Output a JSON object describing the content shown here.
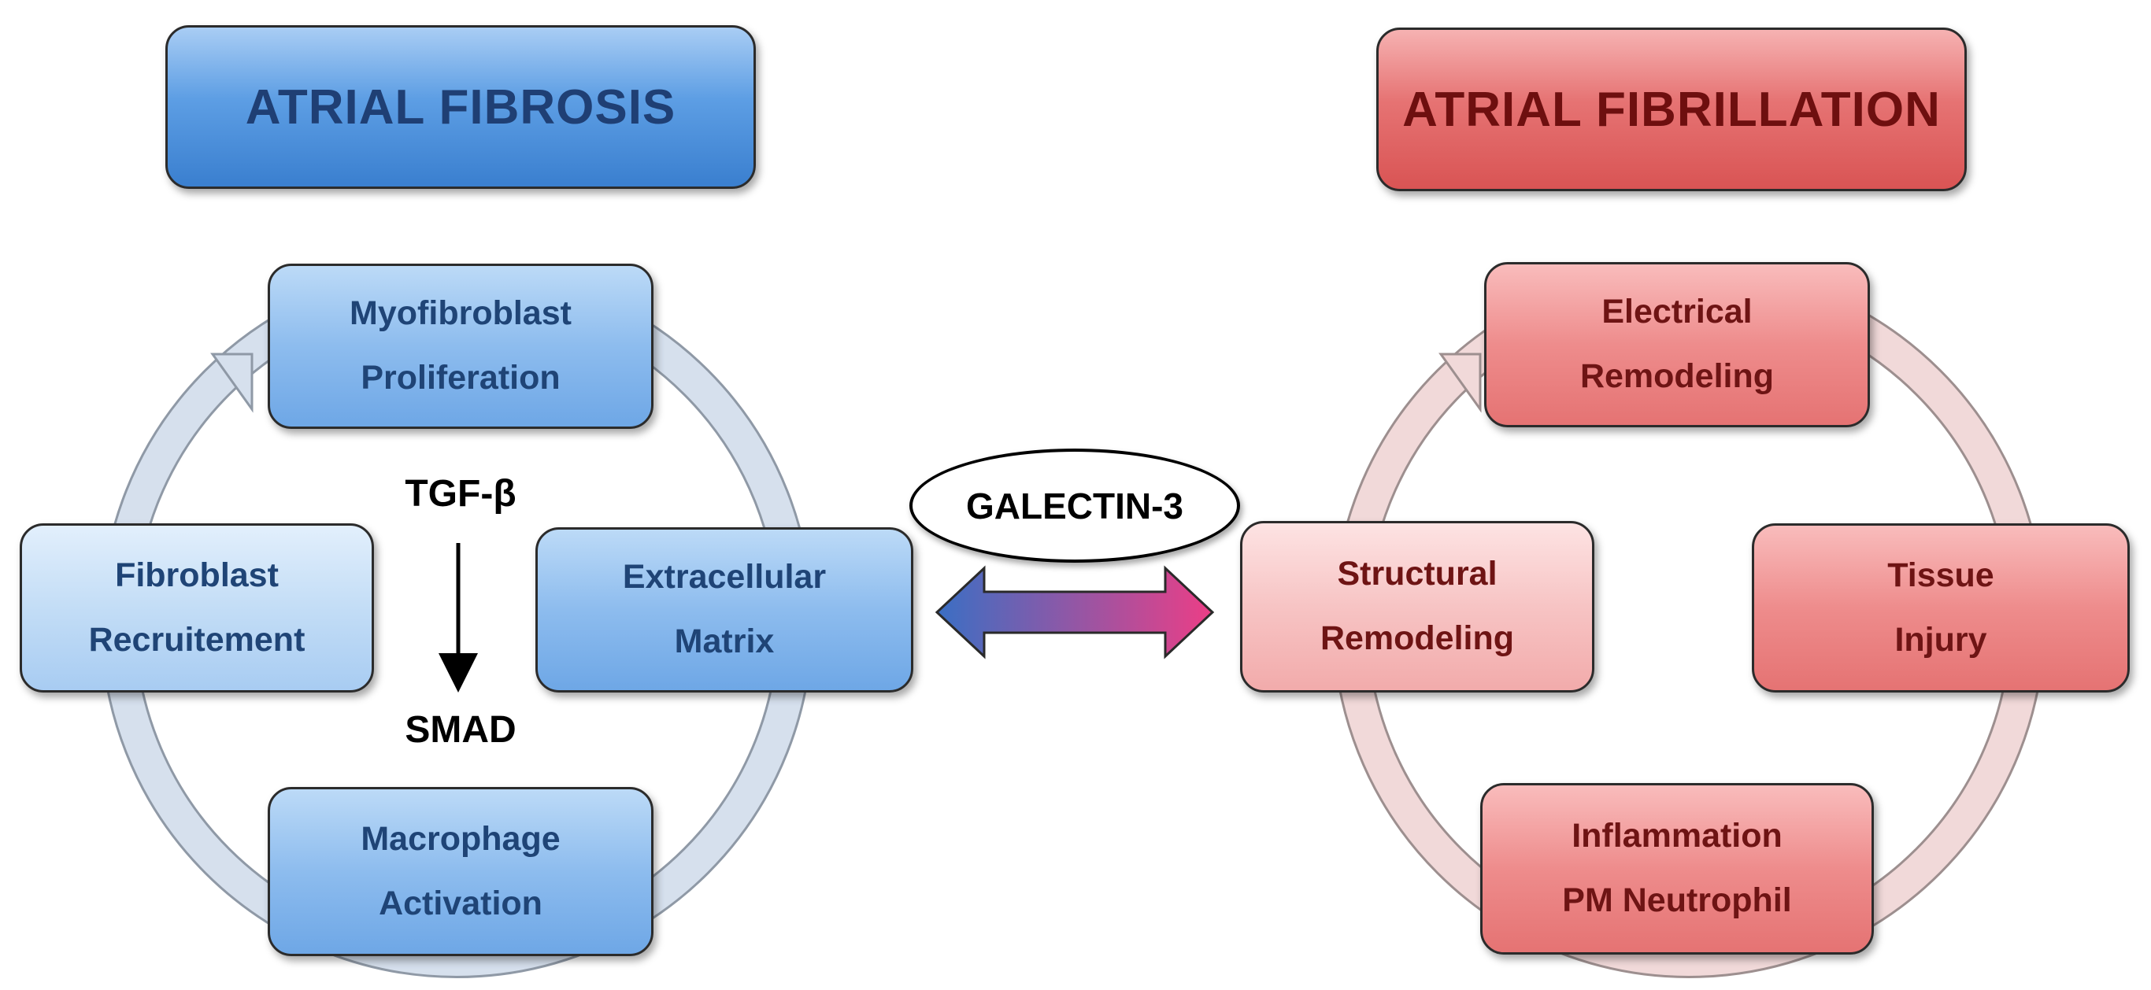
{
  "fibrosis": {
    "title": "ATRIAL FIBROSIS",
    "nodes": [
      {
        "line1": "Myofibroblast",
        "line2": "Proliferation"
      },
      {
        "line1": "Extracellular",
        "line2": "Matrix"
      },
      {
        "line1": "Macrophage",
        "line2": "Activation"
      },
      {
        "line1": "Fibroblast",
        "line2": "Recruitement"
      }
    ],
    "pathway": {
      "top": "TGF-β",
      "bottom": "SMAD"
    }
  },
  "fibrillation": {
    "title": "ATRIAL FIBRILLATION",
    "nodes": [
      {
        "line1": "Electrical",
        "line2": "Remodeling"
      },
      {
        "line1": "Tissue",
        "line2": "Injury"
      },
      {
        "line1": "Inflammation",
        "line2": "PM Neutrophil"
      },
      {
        "line1": "Structural",
        "line2": "Remodeling"
      }
    ]
  },
  "link": {
    "label": "GALECTIN-3"
  },
  "colors": {
    "blue": "#5d9ee4",
    "red": "#e67373",
    "cycle_blue": "#d5e0ee",
    "cycle_red": "#f0d8d8"
  }
}
